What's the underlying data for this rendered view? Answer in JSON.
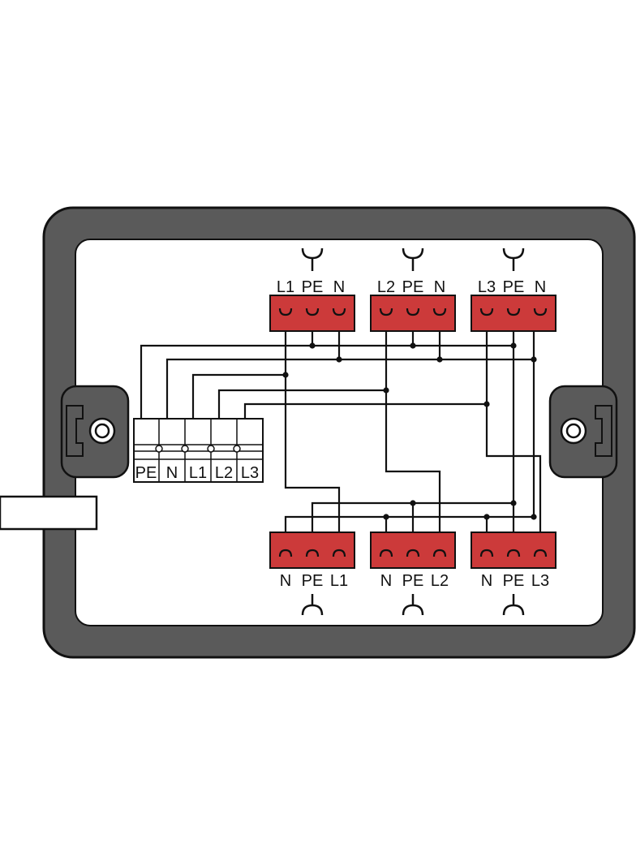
{
  "colors": {
    "housing": "#5a5a5a",
    "housing_stroke": "#111111",
    "interior": "#ffffff",
    "connector": "#cc3a3a",
    "wire": "#111111"
  },
  "terminal_block": {
    "labels": [
      "PE",
      "N",
      "L1",
      "L2",
      "L3"
    ]
  },
  "top_connectors": [
    {
      "pins": [
        "L1",
        "PE",
        "N"
      ],
      "symbol": "socket-icon"
    },
    {
      "pins": [
        "L2",
        "PE",
        "N"
      ],
      "symbol": "socket-icon"
    },
    {
      "pins": [
        "L3",
        "PE",
        "N"
      ],
      "symbol": "socket-icon"
    }
  ],
  "bottom_connectors": [
    {
      "pins": [
        "N",
        "PE",
        "L1"
      ],
      "symbol": "plug-icon"
    },
    {
      "pins": [
        "N",
        "PE",
        "L2"
      ],
      "symbol": "plug-icon"
    },
    {
      "pins": [
        "N",
        "PE",
        "L3"
      ],
      "symbol": "plug-icon"
    }
  ],
  "side_tab_label": ""
}
